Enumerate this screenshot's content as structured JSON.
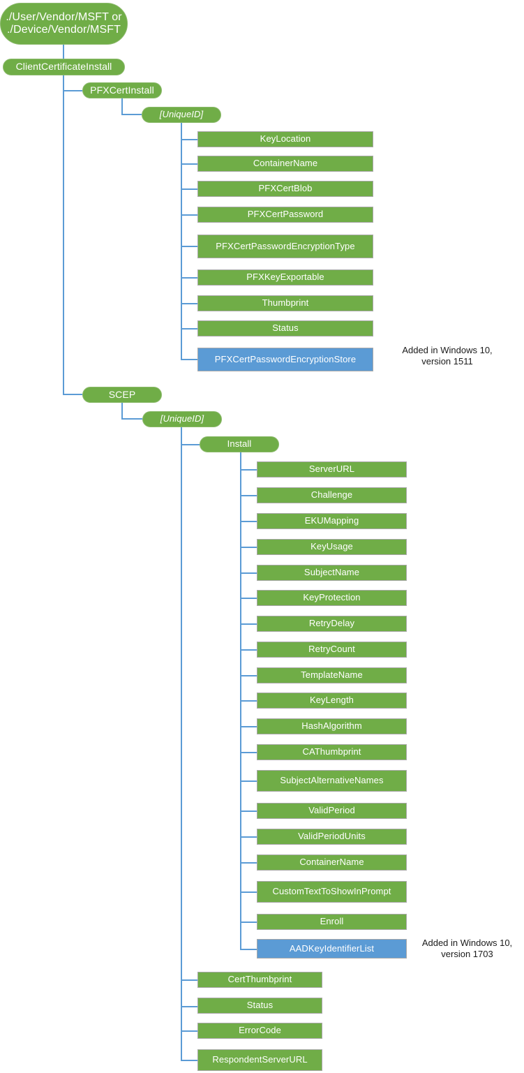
{
  "diagram": {
    "title": "ClientCertificateInstall CSP node tree",
    "colors": {
      "green": "#70AD47",
      "blue": "#5B9BD5",
      "connector": "#5B9BD5",
      "node_text": "#FFFFFF",
      "note_text": "#1A1A1A",
      "background": "#FFFFFF"
    },
    "root": {
      "label": "./User/Vendor/MSFT or\n./Device/Vendor/MSFT"
    },
    "level1": {
      "label": "ClientCertificateInstall"
    },
    "branches": [
      {
        "key": "pfx",
        "label": "PFXCertInstall",
        "unique_id_label": "[UniqueID]",
        "children": [
          {
            "label": "KeyLocation",
            "color": "green"
          },
          {
            "label": "ContainerName",
            "color": "green"
          },
          {
            "label": "PFXCertBlob",
            "color": "green"
          },
          {
            "label": "PFXCertPassword",
            "color": "green"
          },
          {
            "label": "PFXCertPasswordEncryptionType",
            "color": "green"
          },
          {
            "label": "PFXKeyExportable",
            "color": "green"
          },
          {
            "label": "Thumbprint",
            "color": "green"
          },
          {
            "label": "Status",
            "color": "green"
          },
          {
            "label": "PFXCertPasswordEncryptionStore",
            "color": "blue",
            "note": "Added in Windows 10,\nversion 1511"
          }
        ]
      },
      {
        "key": "scep",
        "label": "SCEP",
        "unique_id_label": "[UniqueID]",
        "install_label": "Install",
        "install_children": [
          {
            "label": "ServerURL",
            "color": "green"
          },
          {
            "label": "Challenge",
            "color": "green"
          },
          {
            "label": "EKUMapping",
            "color": "green"
          },
          {
            "label": "KeyUsage",
            "color": "green"
          },
          {
            "label": "SubjectName",
            "color": "green"
          },
          {
            "label": "KeyProtection",
            "color": "green"
          },
          {
            "label": "RetryDelay",
            "color": "green"
          },
          {
            "label": "RetryCount",
            "color": "green"
          },
          {
            "label": "TemplateName",
            "color": "green"
          },
          {
            "label": "KeyLength",
            "color": "green"
          },
          {
            "label": "HashAlgorithm",
            "color": "green"
          },
          {
            "label": "CAThumbprint",
            "color": "green"
          },
          {
            "label": "SubjectAlternativeNames",
            "color": "green"
          },
          {
            "label": "ValidPeriod",
            "color": "green"
          },
          {
            "label": "ValidPeriodUnits",
            "color": "green"
          },
          {
            "label": "ContainerName",
            "color": "green"
          },
          {
            "label": "CustomTextToShowInPrompt",
            "color": "green"
          },
          {
            "label": "Enroll",
            "color": "green"
          },
          {
            "label": "AADKeyIdentifierList",
            "color": "blue",
            "note": "Added in Windows 10,\nversion 1703"
          }
        ],
        "unique_id_children": [
          {
            "label": "CertThumbprint",
            "color": "green"
          },
          {
            "label": "Status",
            "color": "green"
          },
          {
            "label": "ErrorCode",
            "color": "green"
          },
          {
            "label": "RespondentServerURL",
            "color": "green"
          }
        ]
      }
    ],
    "notes": [
      {
        "text": "Added in Windows 10,\nversion 1511"
      },
      {
        "text": "Added in Windows 10,\nversion 1703"
      }
    ]
  }
}
